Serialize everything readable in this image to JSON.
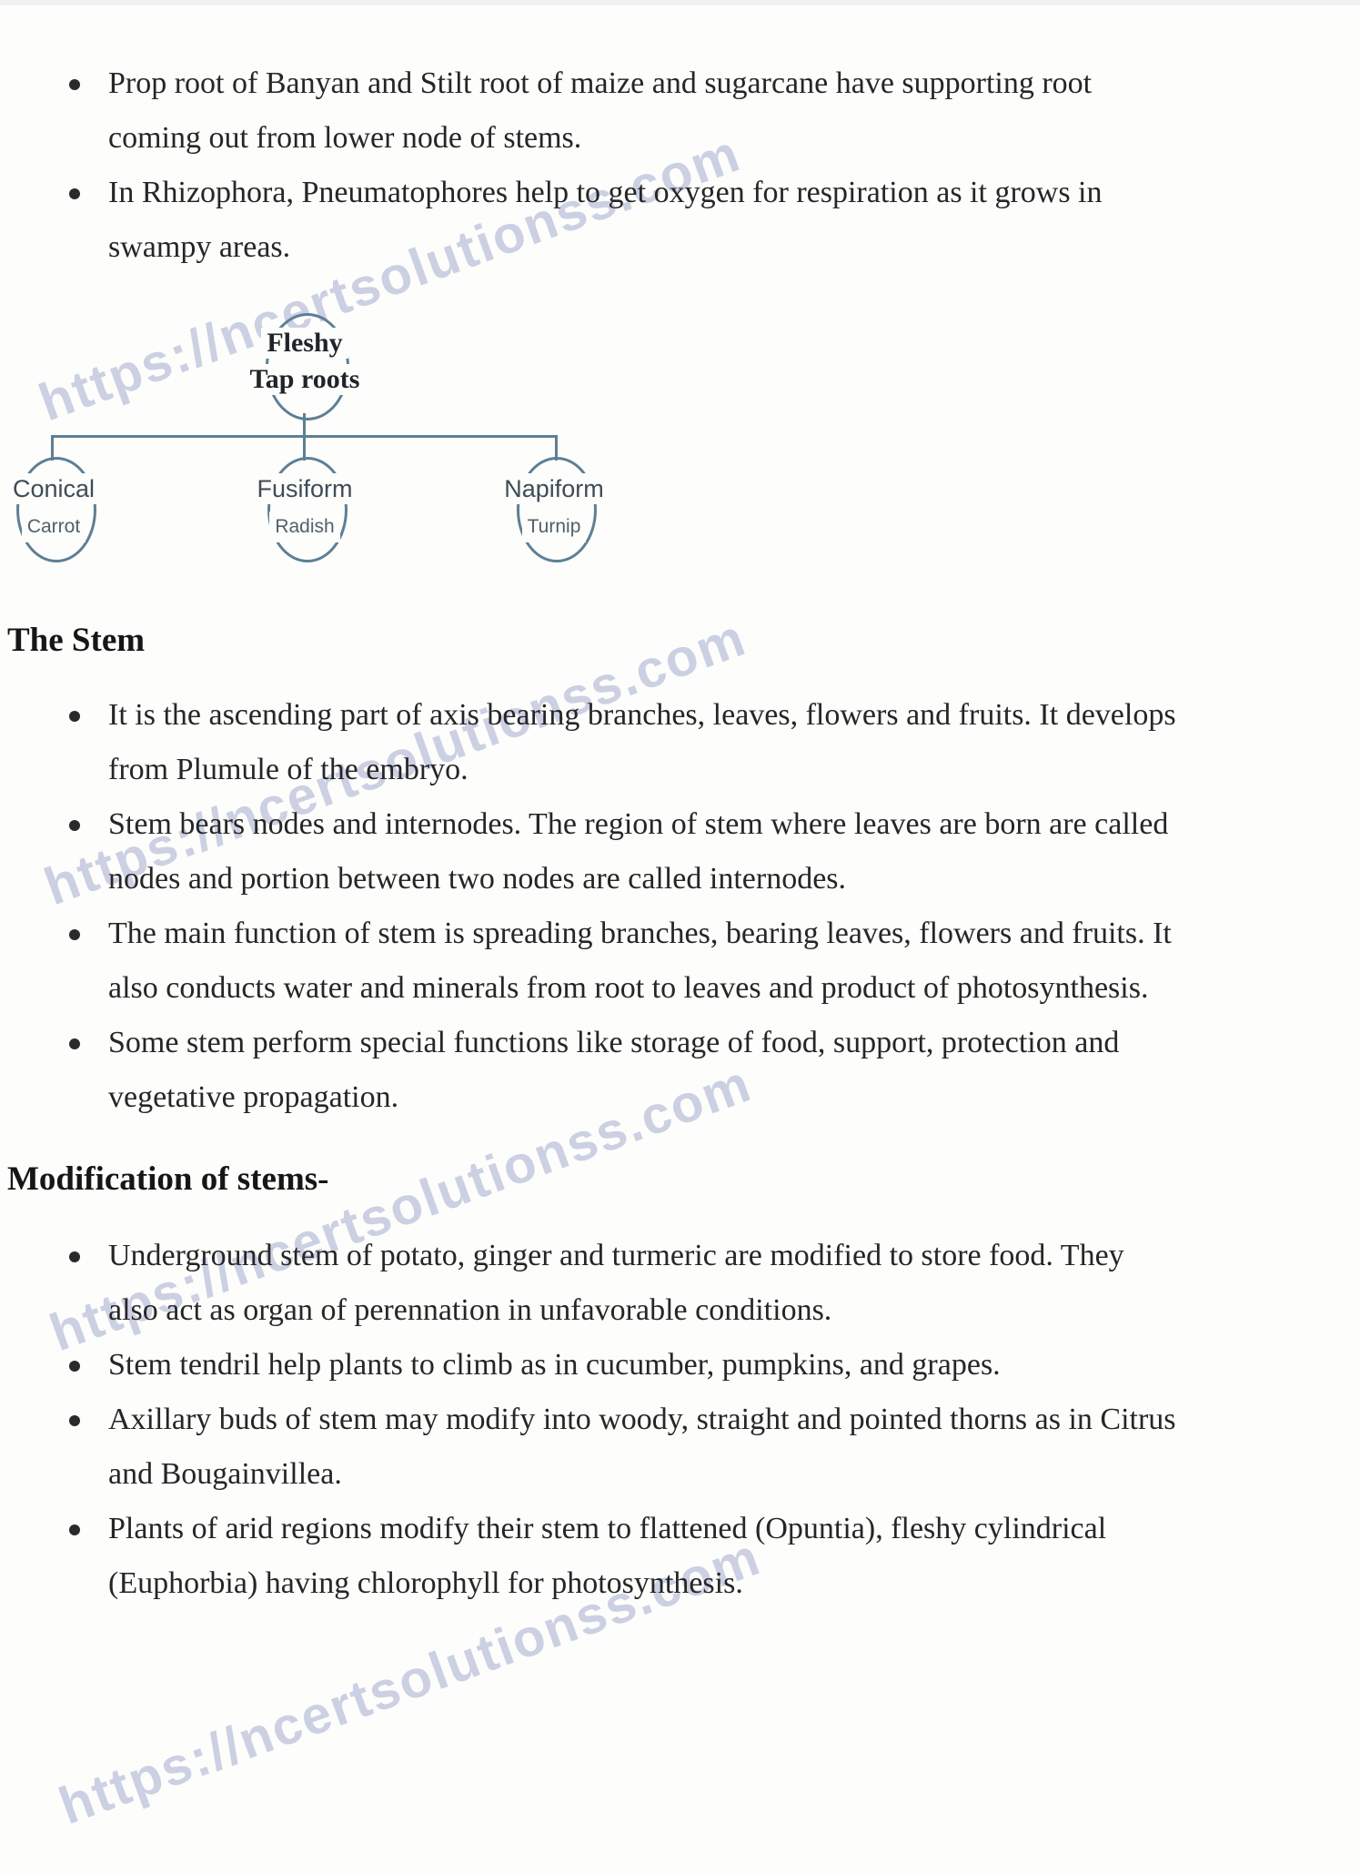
{
  "page": {
    "background": "#fdfdfc",
    "top_strip_color": "#f1f1f1"
  },
  "watermark": {
    "text": "https://ncertsolutionss.com",
    "color": "#8691be"
  },
  "intro_bullets": [
    "Prop root of Banyan and Stilt root of maize and sugarcane have supporting root\ncoming out from lower node of stems.",
    "In Rhizophora, Pneumatophores help to get oxygen for respiration as it grows in\nswampy areas."
  ],
  "diagram": {
    "stroke_color": "#5d7f94",
    "root": {
      "line1": "Fleshy",
      "line2": "Tap roots"
    },
    "children": [
      {
        "type": "Conical",
        "example": "Carrot"
      },
      {
        "type": "Fusiform",
        "example": "Radish"
      },
      {
        "type": "Napiform",
        "example": "Turnip"
      }
    ]
  },
  "sections": [
    {
      "heading": "The Stem",
      "bullets": [
        "It is the ascending part of axis bearing branches, leaves, flowers and fruits. It develops\nfrom Plumule of the embryo.",
        "Stem bears nodes and internodes. The region of stem where leaves are born are called\nnodes and portion between two nodes are called internodes.",
        "The main function of stem is spreading branches, bearing leaves, flowers and fruits. It\nalso conducts water and minerals from root to leaves and product of photosynthesis.",
        "Some stem perform special functions like storage of food, support, protection and\nvegetative propagation."
      ]
    },
    {
      "heading": "Modification of stems-",
      "bullets": [
        "Underground stem of potato, ginger and turmeric are modified to store food. They\nalso act as organ of perennation in unfavorable conditions.",
        "Stem tendril help plants to climb as in cucumber, pumpkins, and grapes.",
        "Axillary buds of stem may modify into woody, straight and pointed thorns as in Citrus\nand Bougainvillea.",
        "Plants of arid regions modify their stem to flattened (Opuntia), fleshy cylindrical\n(Euphorbia) having chlorophyll for photosynthesis."
      ]
    }
  ]
}
